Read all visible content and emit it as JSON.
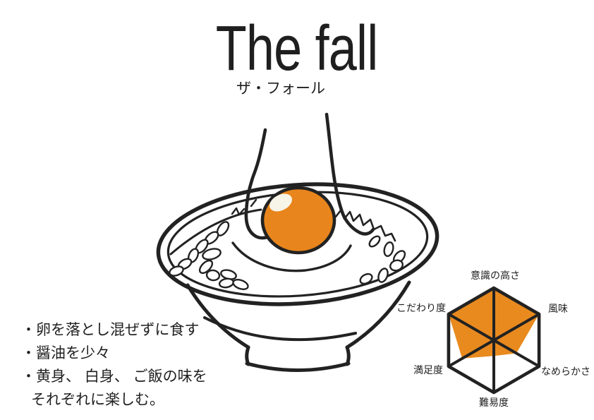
{
  "header": {
    "title": "The fall",
    "subtitle": "ザ・フォール"
  },
  "notes": {
    "lines": [
      "・卵を落とし混ぜずに食す",
      "・醤油を少々",
      "・黄身、 白身、 ご飯の味を",
      "それぞれに楽しむ。"
    ]
  },
  "chart_data": {
    "type": "radar",
    "categories": [
      "意識の高さ",
      "風味",
      "なめらかさ",
      "難易度",
      "満足度",
      "こだわり度"
    ],
    "values": [
      5,
      5,
      2.5,
      1.5,
      3.5,
      5
    ],
    "max": 5,
    "grid": false,
    "legend": false,
    "fill_color": "#E98A1E",
    "line_color": "#222222"
  },
  "illustration": {
    "subject": "卵かけご飯（茶碗に落ちる卵）",
    "yolk_color": "#E8851C",
    "highlight_color": "#F7F4E8",
    "ink_color": "#222222"
  },
  "colors": {
    "background": "#FFFFFF",
    "ink": "#222222",
    "accent_orange": "#E98A1E"
  }
}
